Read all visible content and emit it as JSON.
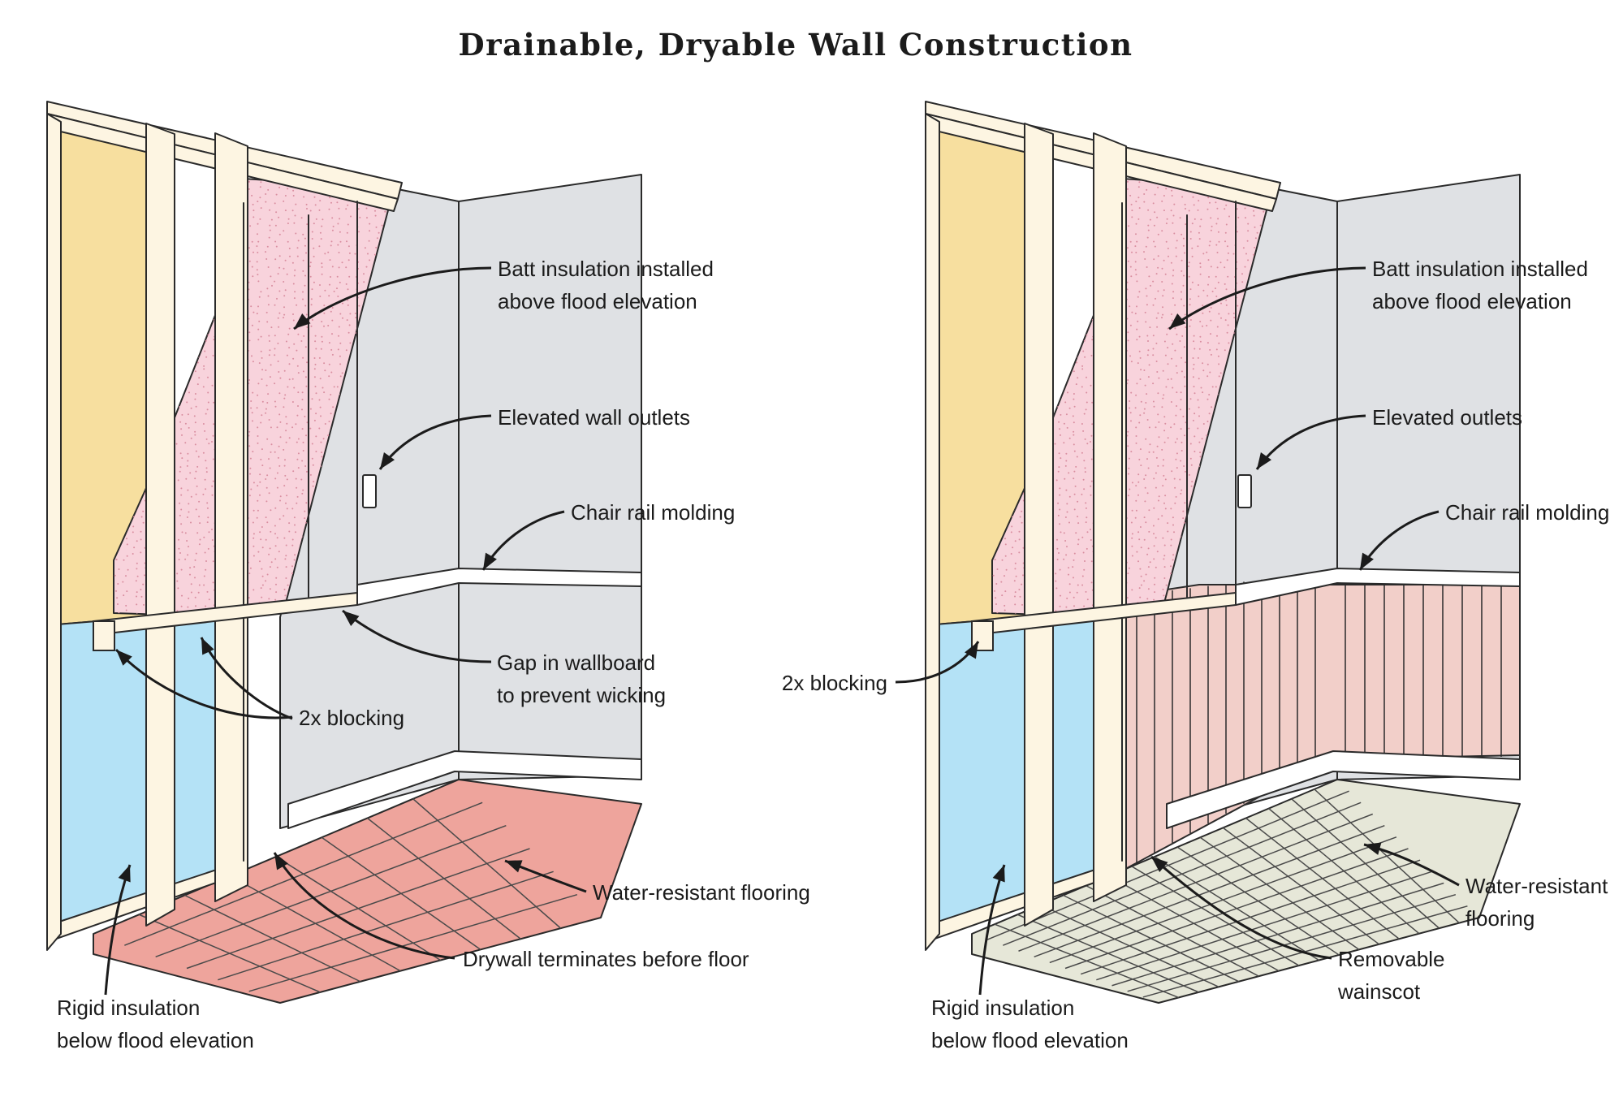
{
  "title": "Drainable, Dryable Wall Construction",
  "colors": {
    "sheathing": "#f7df9f",
    "batt": "#f8d3dc",
    "rigid": "#b4e2f6",
    "wallboard": "#dfe1e4",
    "stud": "#fdf5e2",
    "tile_left": "#eea49c",
    "tile_right": "#e6e7d8",
    "wainscot": "#f2cfc9",
    "outline": "#2a2a2a"
  },
  "panels": {
    "left": {
      "labels": {
        "batt": [
          "Batt insulation installed",
          "above flood elevation"
        ],
        "outlets": [
          "Elevated wall outlets"
        ],
        "chair_rail": [
          "Chair rail molding"
        ],
        "gap": [
          "Gap in wallboard",
          "to prevent wicking"
        ],
        "blocking": [
          "2x blocking"
        ],
        "flooring": [
          "Water-resistant flooring"
        ],
        "drywall": [
          "Drywall terminates before floor"
        ],
        "rigid": [
          "Rigid insulation",
          "below flood elevation"
        ]
      }
    },
    "right": {
      "labels": {
        "batt": [
          "Batt insulation installed",
          "above flood elevation"
        ],
        "outlets": [
          "Elevated outlets"
        ],
        "chair_rail": [
          "Chair rail molding"
        ],
        "blocking": [
          "2x blocking"
        ],
        "flooring": [
          "Water-resistant",
          "flooring"
        ],
        "wainscot": [
          "Removable",
          "wainscot"
        ],
        "rigid": [
          "Rigid insulation",
          "below flood elevation"
        ]
      }
    }
  }
}
